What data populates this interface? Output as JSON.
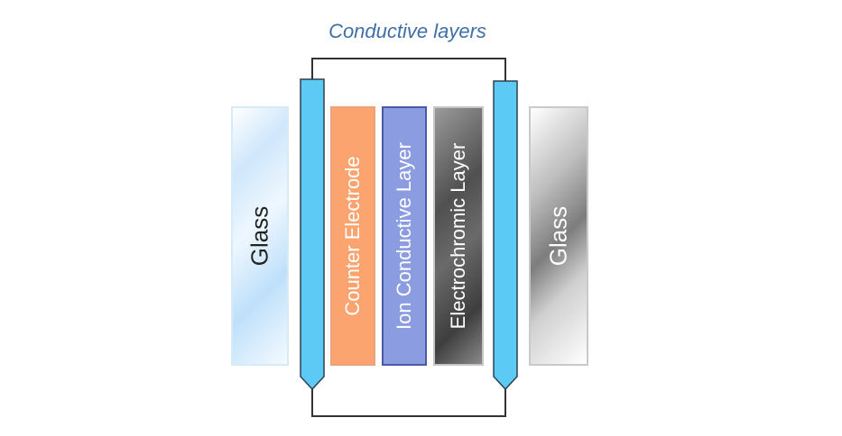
{
  "title": "Conductive layers",
  "layers": {
    "glass_left": "Glass",
    "counter_electrode": "Counter Electrode",
    "ion_conductive": "Ion Conductive Layer",
    "electrochromic": "Electrochromic Layer",
    "glass_right": "Glass"
  },
  "colors": {
    "conductive": "#5ccaf4",
    "counter_electrode": "#fba46f",
    "ion_conductive": "#8c9ce0",
    "title": "#3f6fa8",
    "wire": "#333333"
  }
}
